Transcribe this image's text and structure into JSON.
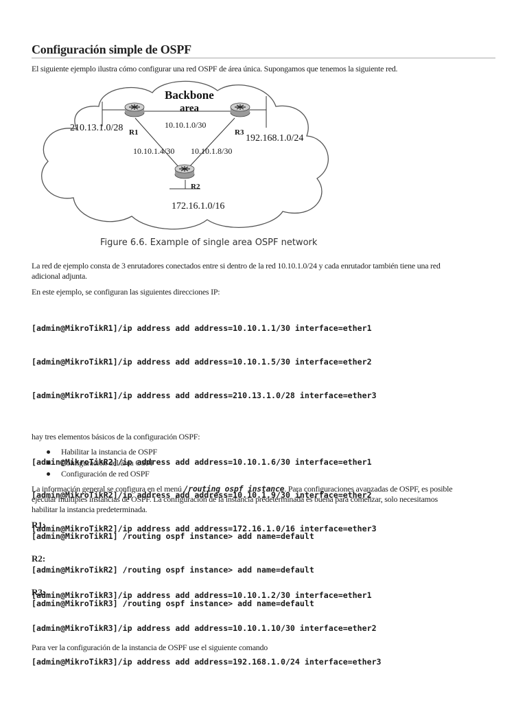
{
  "title": "Configuración simple de OSPF",
  "intro": "El siguiente ejemplo ilustra cómo configurar una red OSPF de área única. Supongamos que tenemos la siguiente red.",
  "figure": {
    "area_label_1": "Backbone",
    "area_label_2": "area",
    "r1": "R1",
    "r2": "R2",
    "r3": "R3",
    "link_r1_r3": "10.10.1.0/30",
    "link_r1_r2": "10.10.1.4/30",
    "link_r3_r2": "10.10.1.8/30",
    "net_r1": "210.13.1.0/28",
    "net_r3": "192.168.1.0/24",
    "net_r2": "172.16.1.0/16",
    "caption": "Figure 6.6. Example of single area OSPF network"
  },
  "para_network_1": "La red de ejemplo consta de 3 enrutadores conectados entre si dentro de la red 10.10.1.0/24 y cada enrutador también tiene una red",
  "para_network_2": "adicional adjunta.",
  "para_ip": "En este ejemplo, se configuran las siguientes direcciones IP:",
  "ip_commands": {
    "r1": [
      "[admin@MikroTikR1]/ip address add address=10.10.1.1/30 interface=ether1",
      "[admin@MikroTikR1]/ip address add address=10.10.1.5/30 interface=ether2",
      "[admin@MikroTikR1]/ip address add address=210.13.1.0/28 interface=ether3"
    ],
    "r2": [
      "[admin@MikroTikR2]/ip address add address=10.10.1.6/30 interface=ether1",
      "[admin@MikroTikR2]/ip address add address=10.10.1.9/30 interface=ether2",
      "[admin@MikroTikR2]/ip address add address=172.16.1.0/16 interface=ether3"
    ],
    "r3": [
      "[admin@MikroTikR3]/ip address add address=10.10.1.2/30 interface=ether1",
      "[admin@MikroTikR3]/ip address add address=10.10.1.10/30 interface=ether2",
      "[admin@MikroTikR3]/ip address add address=192.168.1.0/24 interface=ether3"
    ]
  },
  "para_elements": "hay tres elementos básicos de la configuración OSPF:",
  "bullets": [
    "Habilitar la instancia de OSPF",
    "Configuración del área OSPF",
    "Configuración de red OSPF"
  ],
  "para_general_a": "La información general se configura en el menú ",
  "para_general_menu": "/routing ospf instance",
  "para_general_b": ". Para configuraciones avanzadas de OSPF, es posible",
  "para_general_2": "ejecutar múltiples instancias de OSPF. La configuración de la instancia predeterminada es buena para comenzar, solo necesitamos",
  "para_general_3": "habilitar la instancia predeterminada.",
  "instance": {
    "r1_label": "R1:",
    "r1_cmd": "[admin@MikroTikR1] /routing ospf instance> add name=default",
    "r2_label": "R2:",
    "r2_cmd": "[admin@MikroTikR2] /routing ospf instance> add name=default",
    "r3_label": "R3:",
    "r3_cmd": "[admin@MikroTikR3] /routing ospf instance> add name=default"
  },
  "para_view": "Para ver la configuración de la instancia de OSPF use el siguiente comando"
}
